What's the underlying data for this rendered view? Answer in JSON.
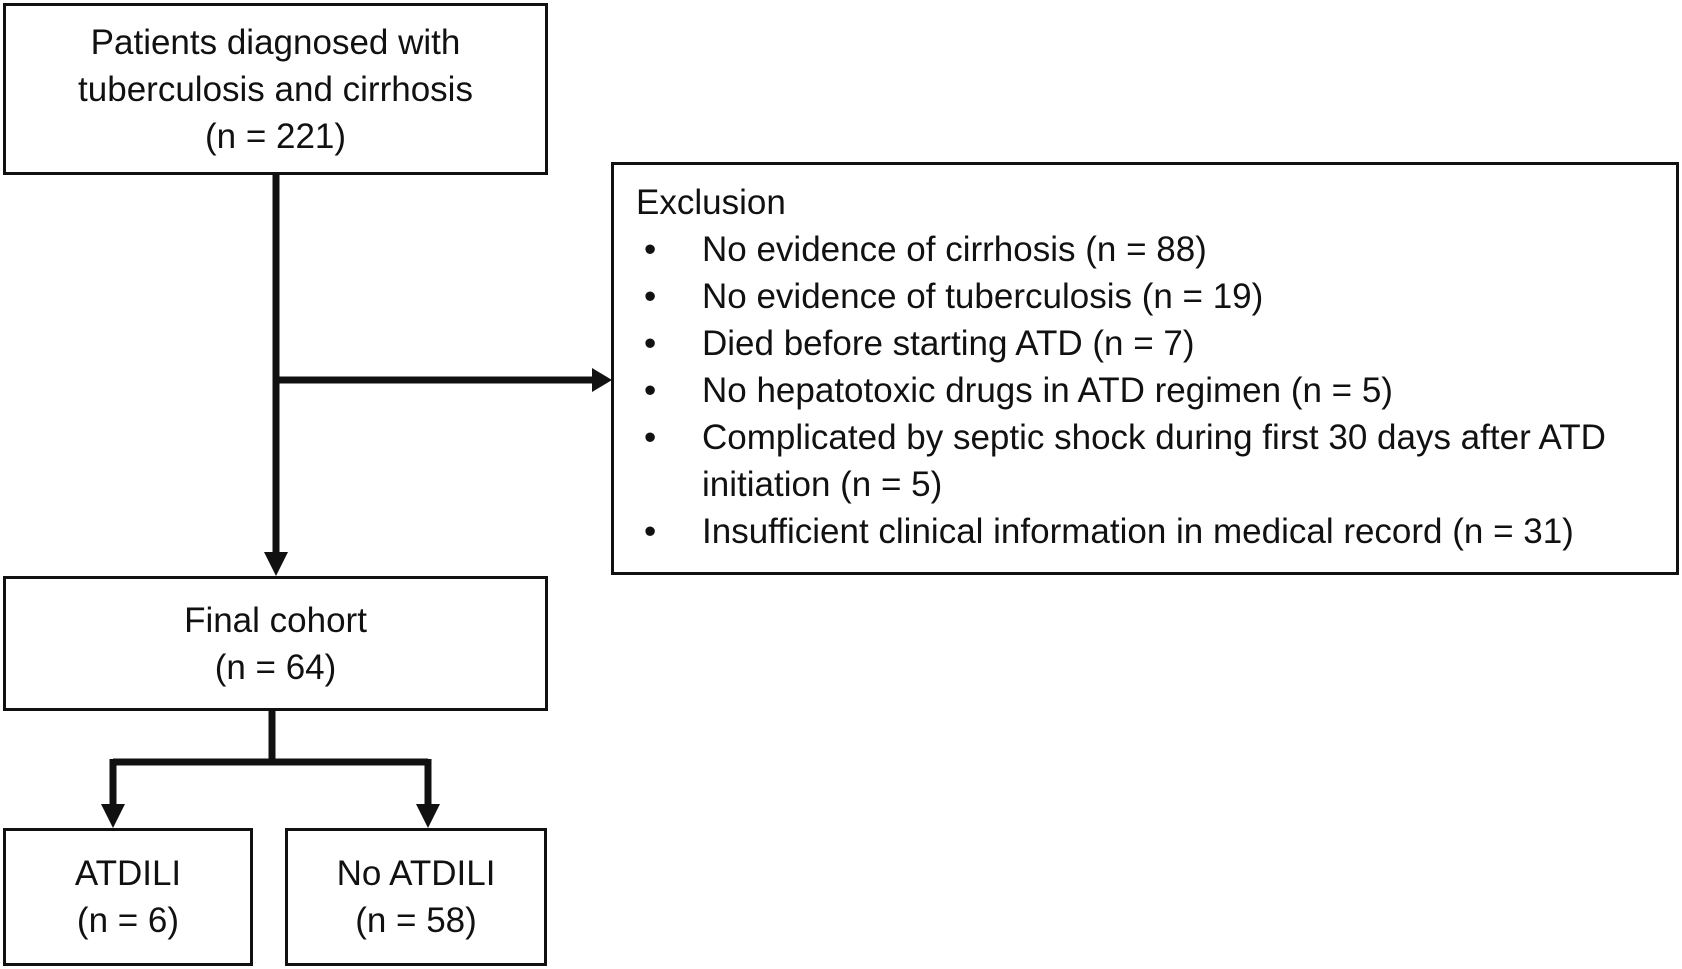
{
  "patients": {
    "line1": "Patients diagnosed with",
    "line2": "tuberculosis and cirrhosis",
    "count": "(n = 221)"
  },
  "exclusion": {
    "title": "Exclusion",
    "bullet": "•",
    "items": [
      "No evidence of cirrhosis (n = 88)",
      "No evidence of tuberculosis (n = 19)",
      "Died before starting ATD (n = 7)",
      "No hepatotoxic drugs in ATD regimen (n = 5)",
      "Complicated by septic shock during first 30 days after ATD initiation (n = 5)",
      "Insufficient clinical information in medical record (n = 31)"
    ]
  },
  "final_cohort": {
    "label": "Final cohort",
    "count": "(n = 64)"
  },
  "atdili": {
    "label": "ATDILI",
    "count": "(n = 6)"
  },
  "no_atdili": {
    "label": "No ATDILI",
    "count": "(n = 58)"
  }
}
